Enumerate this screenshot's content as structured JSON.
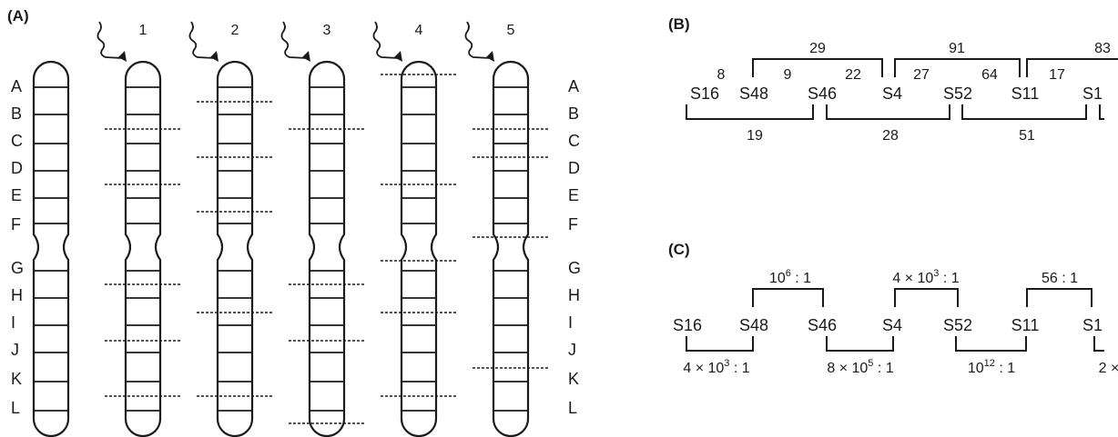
{
  "panels": {
    "a": "(A)",
    "b": "(B)",
    "c": "(C)"
  },
  "band_labels": [
    "A",
    "B",
    "C",
    "D",
    "E",
    "F",
    "G",
    "H",
    "I",
    "J",
    "K",
    "L"
  ],
  "chromosomes": [
    {
      "label": "",
      "breaks": []
    },
    {
      "label": "1",
      "breaks": [
        "B/C",
        "D/E",
        "G/H",
        "I/J",
        "K/L"
      ]
    },
    {
      "label": "2",
      "breaks": [
        "A/B",
        "C/D",
        "E/F",
        "H/I",
        "K/L"
      ]
    },
    {
      "label": "3",
      "breaks": [
        "B/C",
        "G/H",
        "I/J",
        "below L"
      ]
    },
    {
      "label": "4",
      "breaks": [
        "top",
        "D/E",
        "F/G",
        "H/I",
        "K/L"
      ]
    },
    {
      "label": "5",
      "breaks": [
        "B/C",
        "C/D",
        "F",
        "J/K"
      ]
    }
  ],
  "strains": [
    "S16",
    "S48",
    "S46",
    "S4",
    "S52",
    "S11",
    "S1"
  ],
  "panel_b": {
    "adjacent": [
      "8",
      "9",
      "22",
      "27",
      "64",
      "17"
    ],
    "upper_brackets": [
      "29",
      "91",
      "83"
    ],
    "lower_brackets": [
      "19",
      "28",
      "51"
    ]
  },
  "panel_c": {
    "upper_ratios": [
      {
        "base": "10",
        "exp": "6",
        "tail": " : 1"
      },
      {
        "base": "4 × 10",
        "exp": "3",
        "tail": " : 1"
      },
      {
        "base": "56 : 1",
        "exp": "",
        "tail": ""
      }
    ],
    "lower_ratios": [
      {
        "base": "4 × 10",
        "exp": "3",
        "tail": " : 1"
      },
      {
        "base": "8 × 10",
        "exp": "5",
        "tail": " : 1"
      },
      {
        "base": "10",
        "exp": "12",
        "tail": " : 1"
      },
      {
        "base": "2 ×",
        "exp": "",
        "tail": ""
      }
    ]
  }
}
